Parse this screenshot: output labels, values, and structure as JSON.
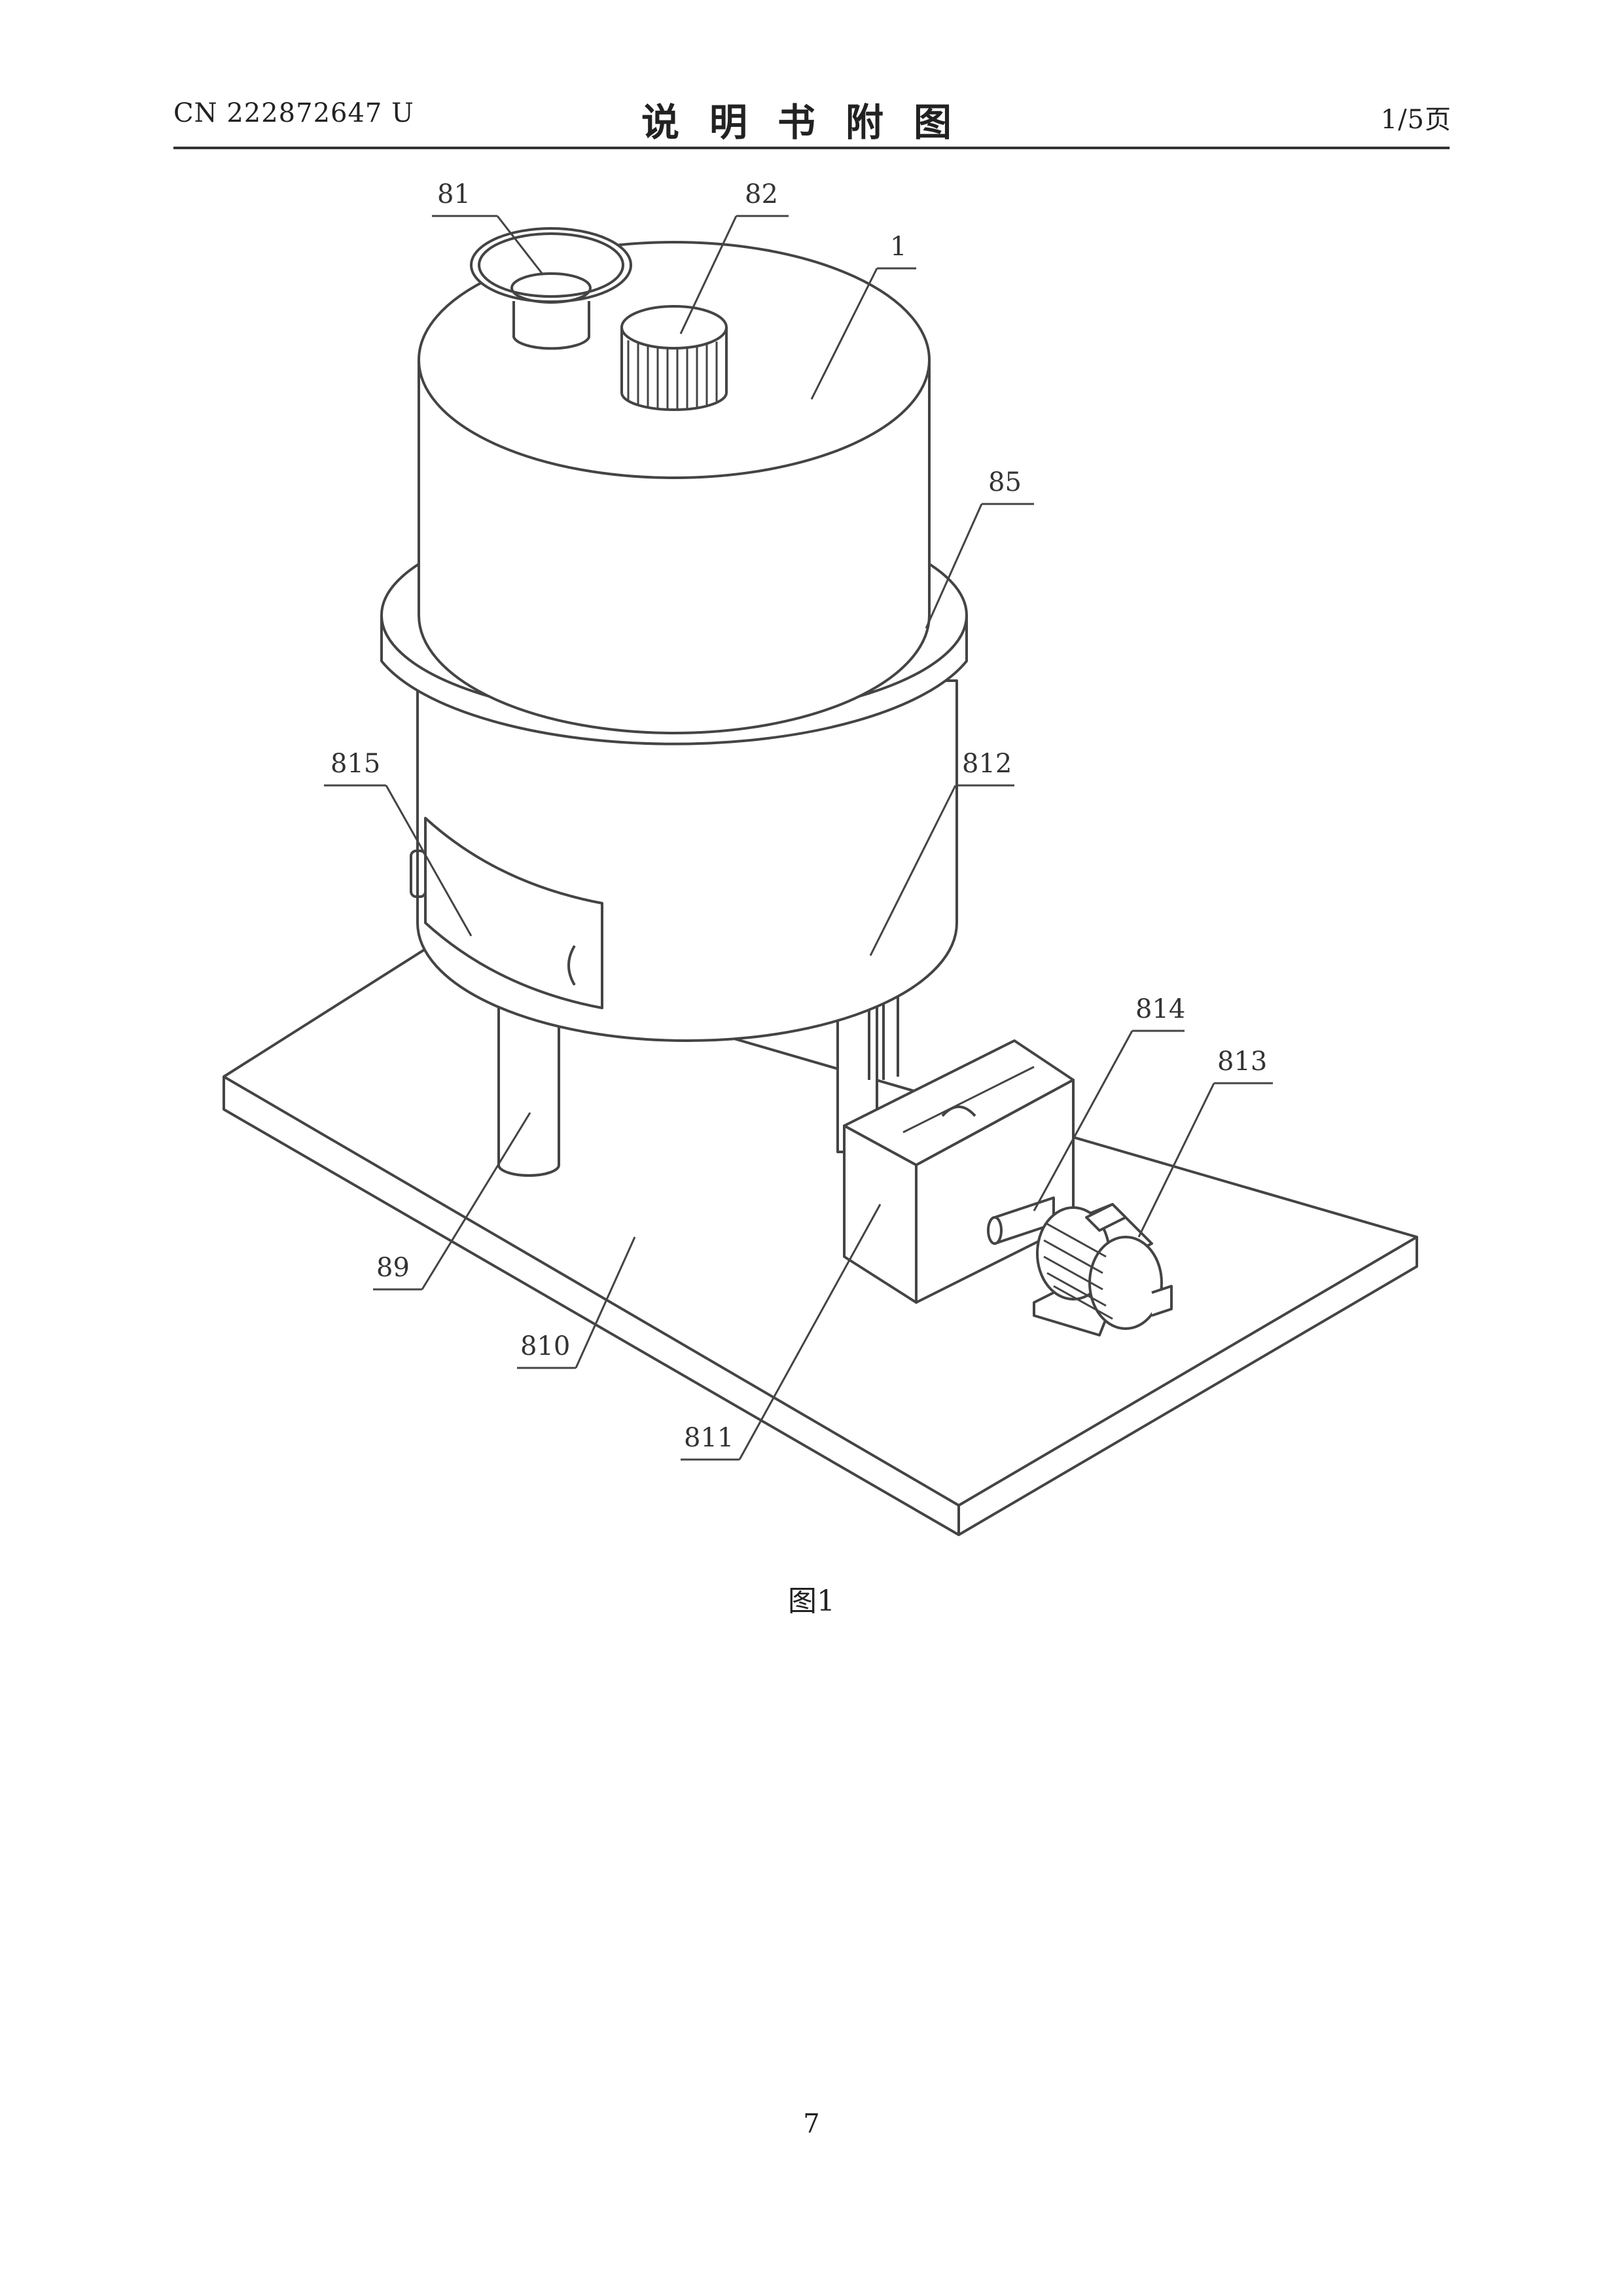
{
  "header": {
    "doc_number": "CN 222872647 U",
    "title": "说明书附图",
    "page_of": "1/5页"
  },
  "figure": {
    "labels": {
      "l81": "81",
      "l82": "82",
      "l1": "1",
      "l85": "85",
      "l815": "815",
      "l812": "812",
      "l814": "814",
      "l813": "813",
      "l89": "89",
      "l810": "810",
      "l811": "811"
    },
    "caption": "图1"
  },
  "footer": {
    "page_number": "7"
  }
}
